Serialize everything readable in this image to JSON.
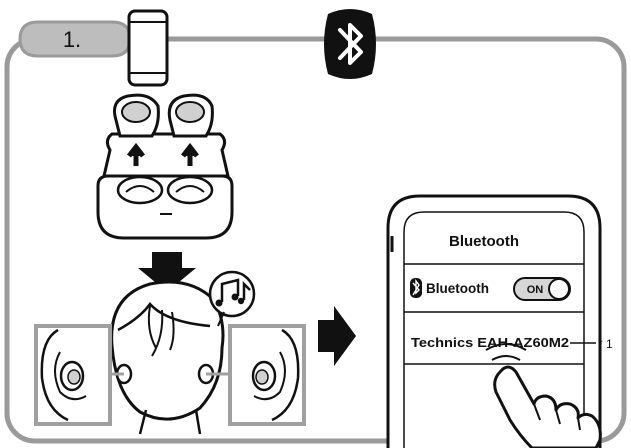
{
  "step": {
    "number": "1."
  },
  "icons": {
    "phone": "smartphone-icon",
    "bluetooth": "bluetooth-icon",
    "music": "music-notes-icon",
    "arrow_down": "arrow-down-icon",
    "arrow_right": "arrow-right-icon",
    "hand": "pointing-hand-icon"
  },
  "phone_screen": {
    "title": "Bluetooth",
    "toggle_label": "Bluetooth",
    "toggle_state": "ON",
    "device_name": "Technics EAH-AZ60M2",
    "footnote": "* 1"
  },
  "colors": {
    "frame": "#9a9a9a",
    "badge": "#bdbdbd",
    "ink": "#111111",
    "inset_border": "#a0a0a0"
  }
}
